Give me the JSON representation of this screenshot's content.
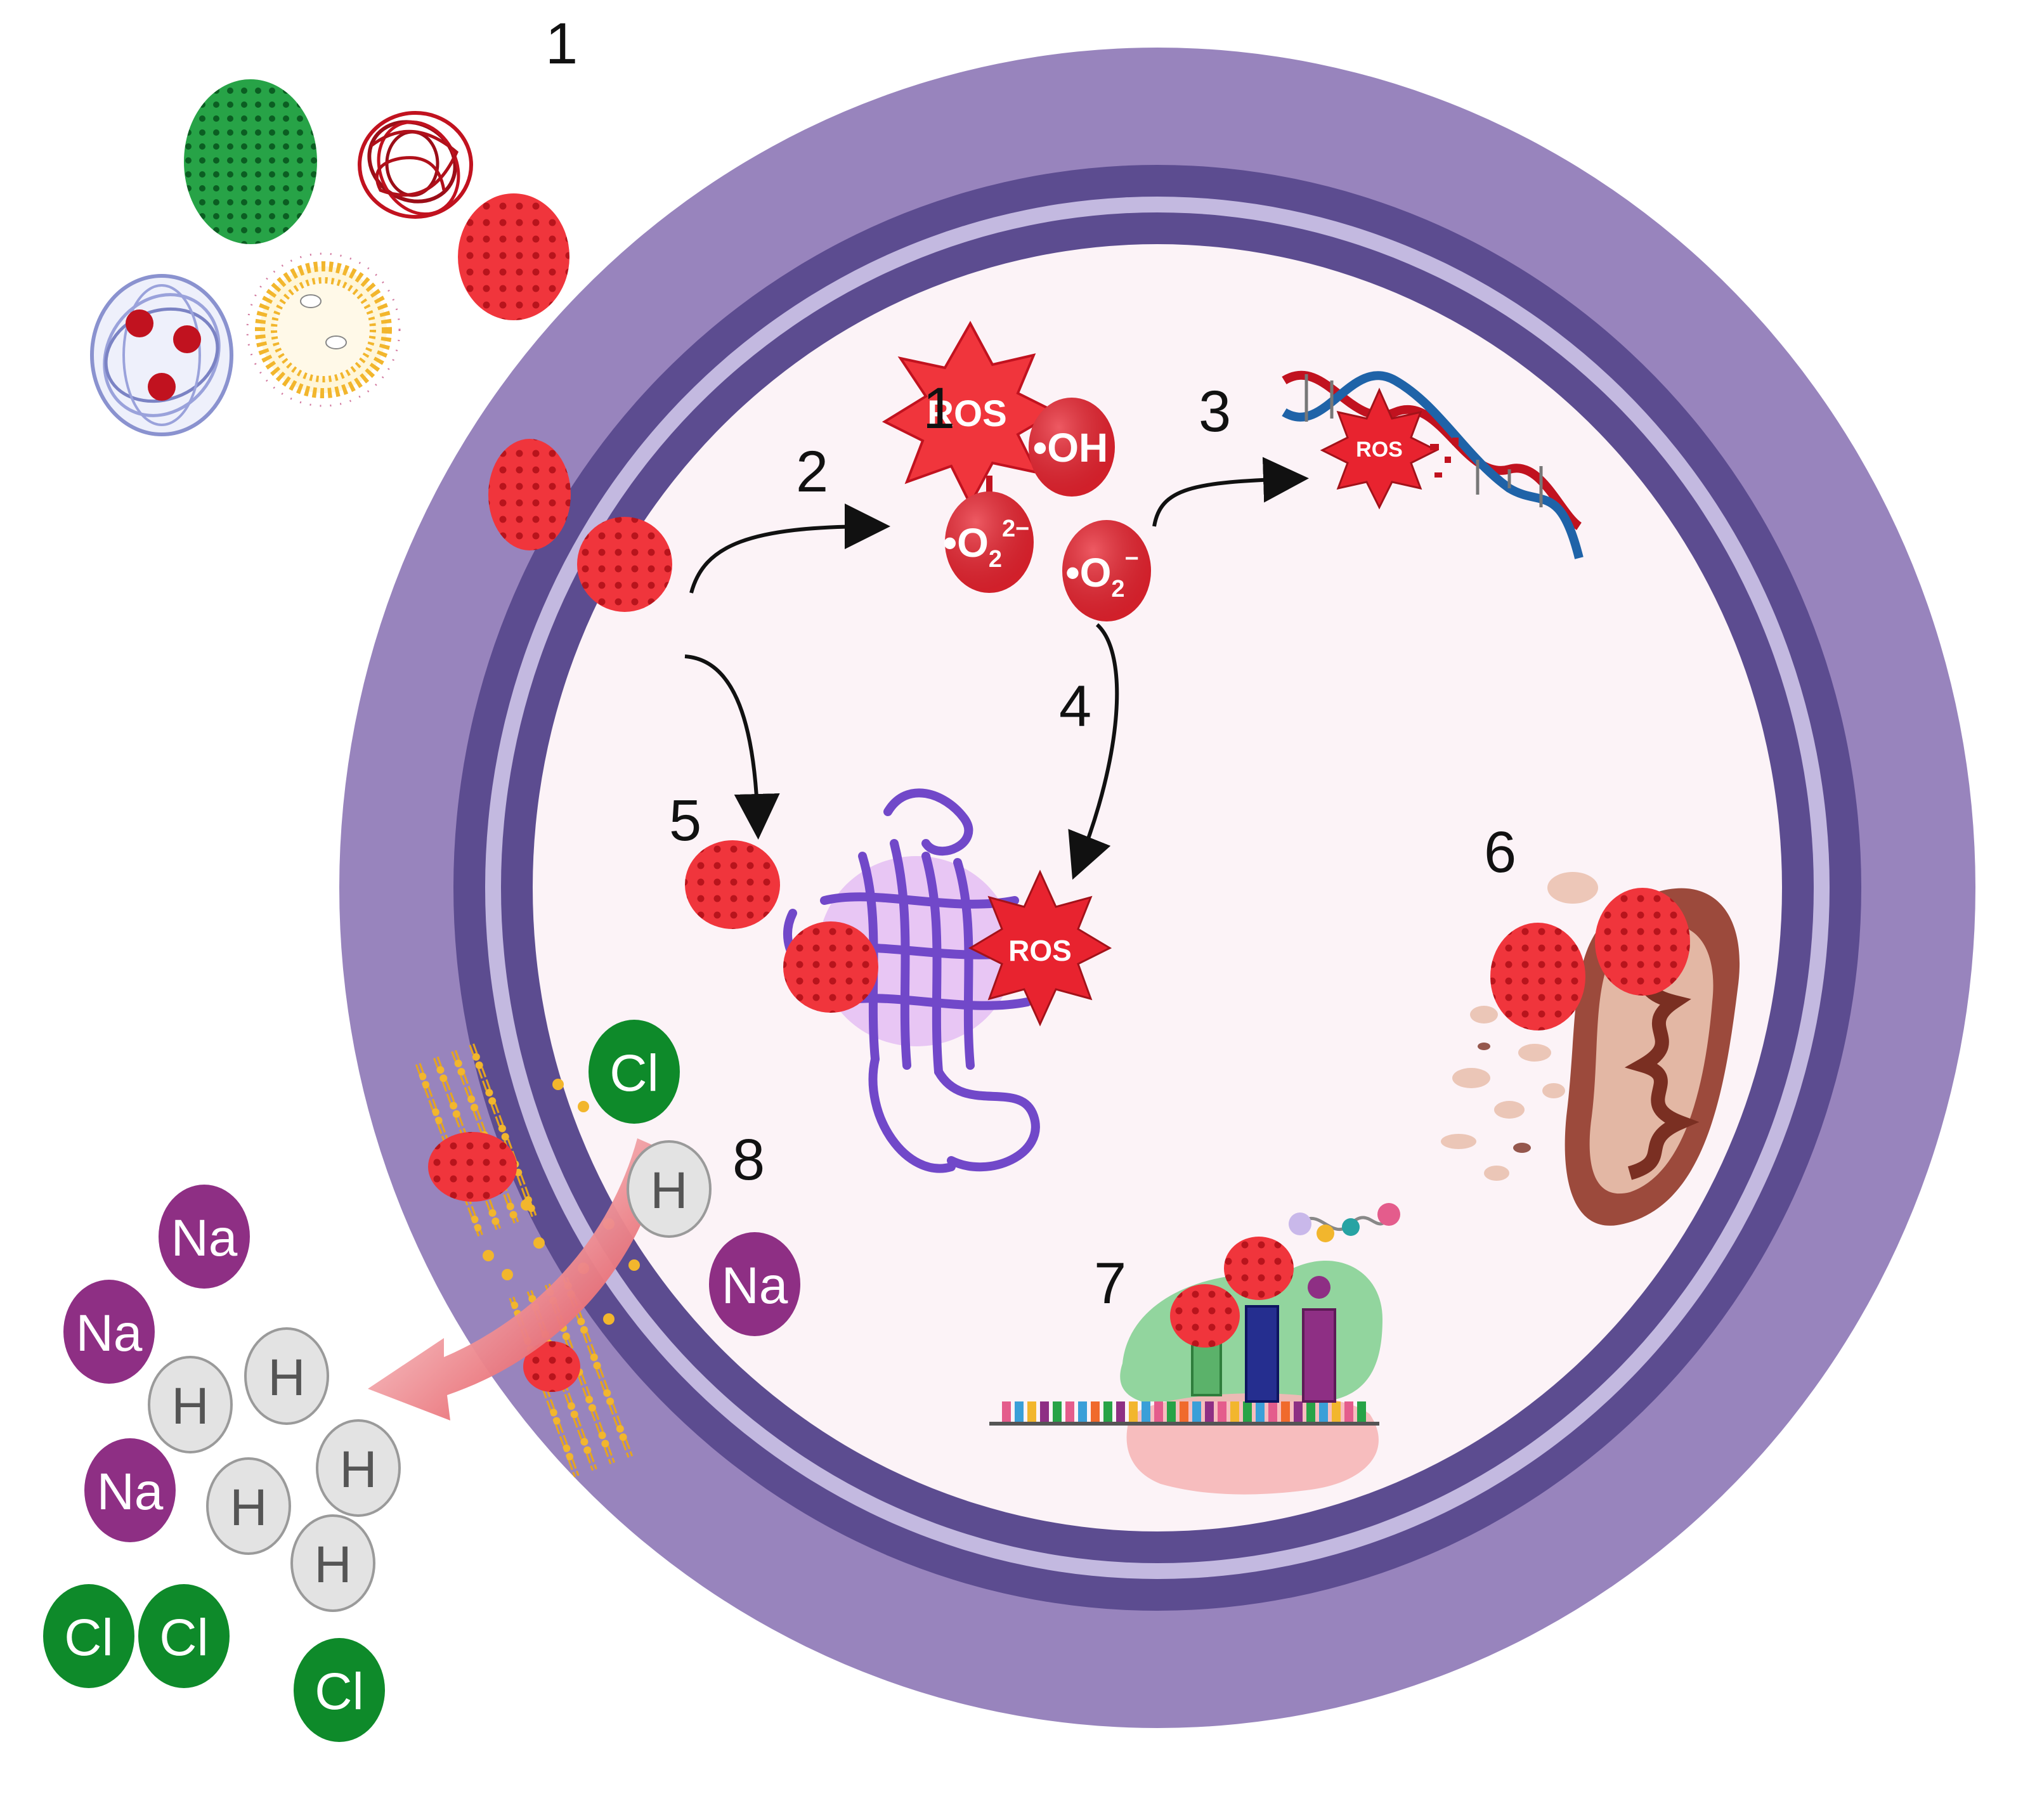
{
  "steps": {
    "s1_top": "1",
    "s1_ros": "1",
    "s2": "2",
    "s3": "3",
    "s4": "4",
    "s5": "5",
    "s6": "6",
    "s7": "7",
    "s8": "8"
  },
  "ros_labels": {
    "main": "ROS",
    "dna": "ROS",
    "protein": "ROS"
  },
  "radicals": {
    "hydroxyl": "•OH",
    "peroxide_dot": "•",
    "peroxide_base": "O",
    "peroxide_sub": "2",
    "peroxide_sup": "2−",
    "superoxide_dot": "•",
    "superoxide_base": "O",
    "superoxide_sub": "2",
    "superoxide_sup": "−"
  },
  "ions": {
    "cl": "Cl",
    "na": "Na",
    "h": "H"
  },
  "colors": {
    "nanoparticle": "#f0353c",
    "membrane_outer": "#9884bd",
    "membrane_inner": "#5c4c90",
    "cytoplasm": "#fcf3f7",
    "cl_green": "#0e8a2a",
    "na_purple": "#8e2f84",
    "h_grey": "#e3e3e3",
    "arrow_red": "#e0303a"
  }
}
